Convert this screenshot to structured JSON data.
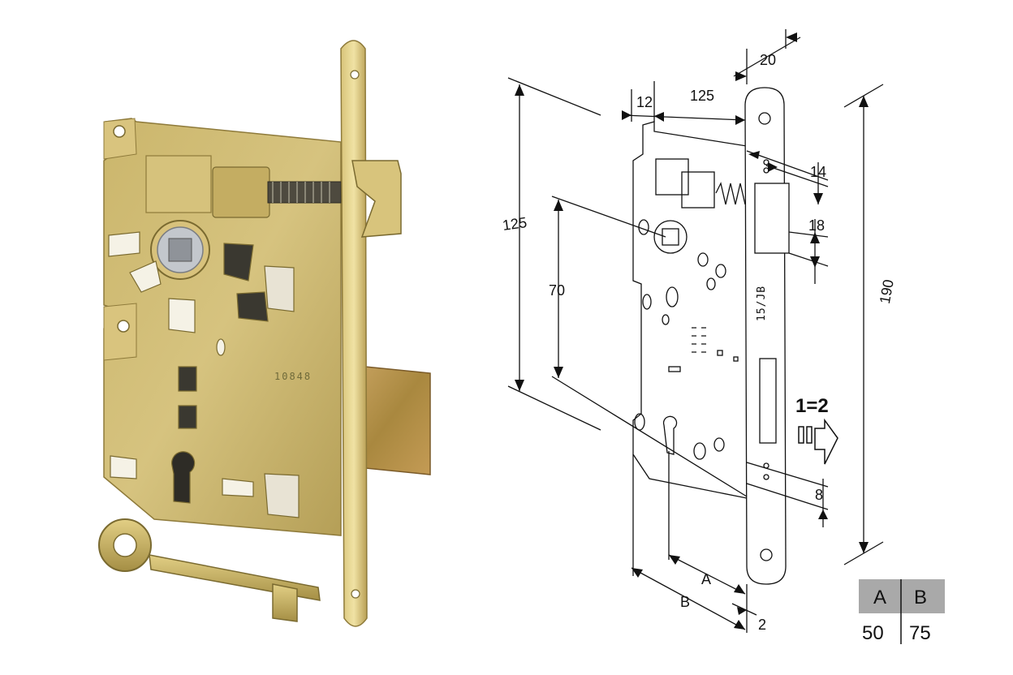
{
  "photo": {
    "lock_marking": "10848"
  },
  "drawing": {
    "lock_marking": "15/JB",
    "arrow_label": "1=2",
    "dimensions": {
      "faceplate_width": "20",
      "edge_to_case": "12",
      "case_width": "125",
      "latch_height": "14",
      "latch_width": "18",
      "total_height_upper": "125",
      "spindle_to_key": "70",
      "total_height": "190",
      "bolt_throw": "8",
      "backset_a": "A",
      "backset_b": "B",
      "faceplate_thickness": "2"
    }
  },
  "table": {
    "headers": [
      "A",
      "B"
    ],
    "values": [
      "50",
      "75"
    ],
    "header_bg": "#a9a9a9"
  },
  "colors": {
    "brass": "#c9b060",
    "brass_dark": "#8e7a3a",
    "brass_light": "#e8d89a",
    "bolt": "#b08848"
  }
}
